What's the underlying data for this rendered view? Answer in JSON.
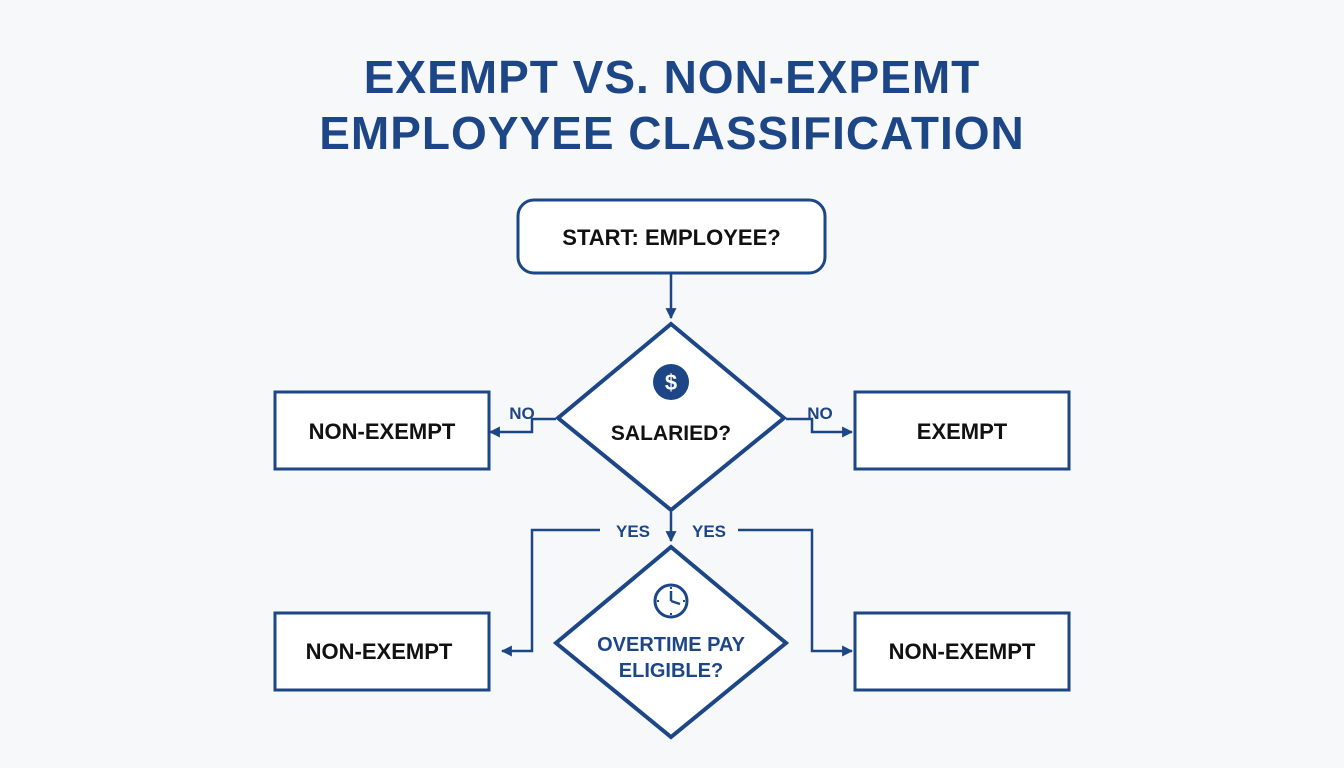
{
  "title": {
    "line1": "EXEMPT VS. NON-EXPEMT",
    "line2": "EMPLOYYEE CLASSIFICATION"
  },
  "colors": {
    "primary": "#1d4687",
    "text": "#111111",
    "background": "#f7f8fa"
  },
  "nodes": {
    "start": "START: EMPLOYEE?",
    "salaried": "SALARIED?",
    "salaried_icon": "dollar-icon",
    "overtime_line1": "OVERTIME PAY",
    "overtime_line2": "ELIGIBLE?",
    "overtime_icon": "clock-icon",
    "top_left": "NON-EXEMPT",
    "top_right": "EXEMPT",
    "bottom_left": "NON-EXEMPT",
    "bottom_right": "NON-EXEMPT"
  },
  "edges": {
    "no_left": "NO",
    "no_right": "NO",
    "yes_left": "YES",
    "yes_right": "YES"
  }
}
